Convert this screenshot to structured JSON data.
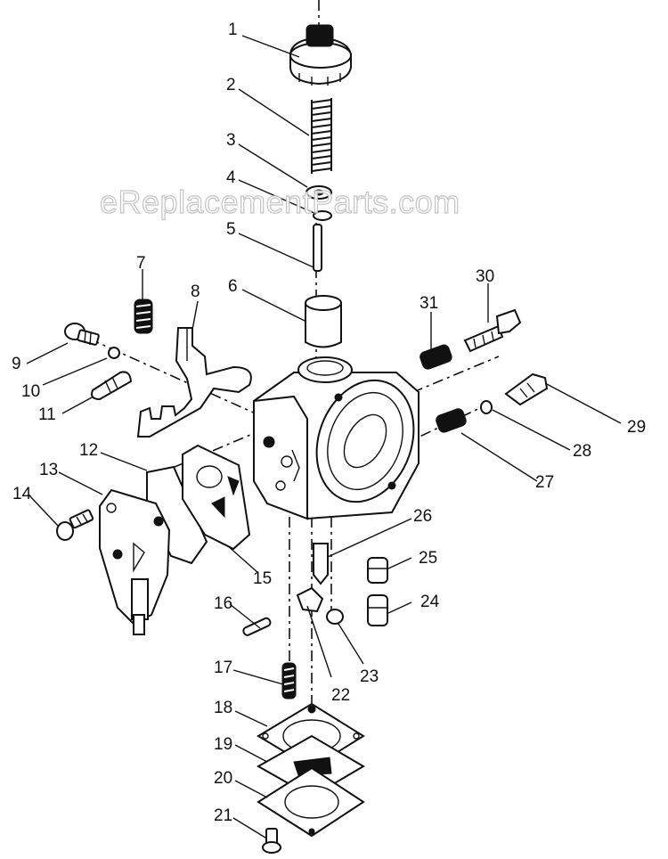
{
  "watermark": "eReplacementParts.com",
  "callouts": [
    {
      "id": "1",
      "text": "1"
    },
    {
      "id": "2",
      "text": "2"
    },
    {
      "id": "3",
      "text": "3"
    },
    {
      "id": "4",
      "text": "4"
    },
    {
      "id": "5",
      "text": "5"
    },
    {
      "id": "6",
      "text": "6"
    },
    {
      "id": "7",
      "text": "7"
    },
    {
      "id": "8",
      "text": "8"
    },
    {
      "id": "9",
      "text": "9"
    },
    {
      "id": "10",
      "text": "10"
    },
    {
      "id": "11",
      "text": "11"
    },
    {
      "id": "12",
      "text": "12"
    },
    {
      "id": "13",
      "text": "13"
    },
    {
      "id": "14",
      "text": "14"
    },
    {
      "id": "15",
      "text": "15"
    },
    {
      "id": "16",
      "text": "16"
    },
    {
      "id": "17",
      "text": "17"
    },
    {
      "id": "18",
      "text": "18"
    },
    {
      "id": "19",
      "text": "19"
    },
    {
      "id": "20",
      "text": "20"
    },
    {
      "id": "21",
      "text": "21"
    },
    {
      "id": "22",
      "text": "22"
    },
    {
      "id": "23",
      "text": "23"
    },
    {
      "id": "24",
      "text": "24"
    },
    {
      "id": "25",
      "text": "25"
    },
    {
      "id": "26",
      "text": "26"
    },
    {
      "id": "27",
      "text": "27"
    },
    {
      "id": "28",
      "text": "28"
    },
    {
      "id": "29",
      "text": "29"
    },
    {
      "id": "30",
      "text": "30"
    },
    {
      "id": "31",
      "text": "31"
    }
  ]
}
